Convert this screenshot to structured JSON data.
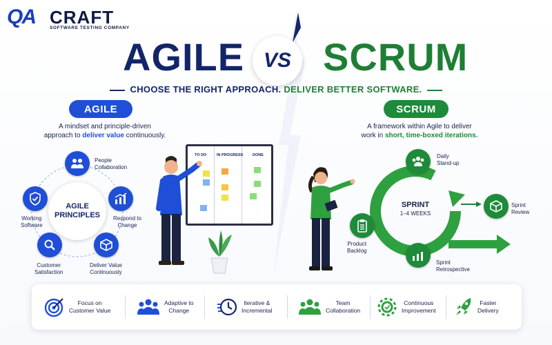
{
  "logo": {
    "mark": "QA",
    "name": "CRAFT",
    "tagline": "SOFTWARE TESTING COMPANY"
  },
  "title": {
    "left": "AGILE",
    "vs": "VS",
    "right": "SCRUM"
  },
  "tagline": {
    "part1": "CHOOSE THE RIGHT APPROACH.",
    "part2": "DELIVER BETTER SOFTWARE."
  },
  "agile": {
    "pill": "AGILE",
    "desc_line1": "A mindset and principle-driven",
    "desc_pre": "approach to ",
    "desc_highlight": "deliver value",
    "desc_post": " continuously.",
    "center_line1": "AGILE",
    "center_line2": "PRINCIPLES",
    "principles": [
      {
        "l1": "People",
        "l2": "Collaboration",
        "icon": "people-icon"
      },
      {
        "l1": "Respond to",
        "l2": "Change",
        "icon": "chart-icon"
      },
      {
        "l1": "Deliver Value",
        "l2": "Continuously",
        "icon": "box-icon"
      },
      {
        "l1": "Customer",
        "l2": "Satisfaction",
        "icon": "search-icon"
      },
      {
        "l1": "Working",
        "l2": "Software",
        "icon": "shield-icon"
      }
    ],
    "board": {
      "col1": "TO DO",
      "col2": "IN PROGRESS",
      "col3": "DONE"
    }
  },
  "scrum": {
    "pill": "SCRUM",
    "desc_line1": "A framework within Agile to deliver",
    "desc_pre": "work in ",
    "desc_highlight": "short, time-boxed iterations.",
    "sprint_title": "SPRINT",
    "sprint_sub": "1–4 WEEKS",
    "stages": [
      {
        "l1": "Daily",
        "l2": "Stand-up",
        "icon": "team-icon"
      },
      {
        "l1": "Sprint",
        "l2": "Review",
        "icon": "box-icon"
      },
      {
        "l1": "Sprint",
        "l2": "Retrospective",
        "icon": "chart-icon"
      },
      {
        "l1": "Product",
        "l2": "Backlog",
        "icon": "clipboard-icon"
      }
    ]
  },
  "features": [
    {
      "l1": "Focus on",
      "l2": "Customer Value",
      "icon": "target-icon"
    },
    {
      "l1": "Adaptive to",
      "l2": "Change",
      "icon": "group-icon"
    },
    {
      "l1": "Iterative &",
      "l2": "Incremental",
      "icon": "clock-icon"
    },
    {
      "l1": "Team",
      "l2": "Collaboration",
      "icon": "team-icon"
    },
    {
      "l1": "Continuous",
      "l2": "Improvement",
      "icon": "gear-icon"
    },
    {
      "l1": "Faster",
      "l2": "Delivery",
      "icon": "rocket-icon"
    }
  ],
  "colors": {
    "agile_blue": "#1f4fd6",
    "navy": "#13256a",
    "scrum_green": "#1e8a3a"
  }
}
